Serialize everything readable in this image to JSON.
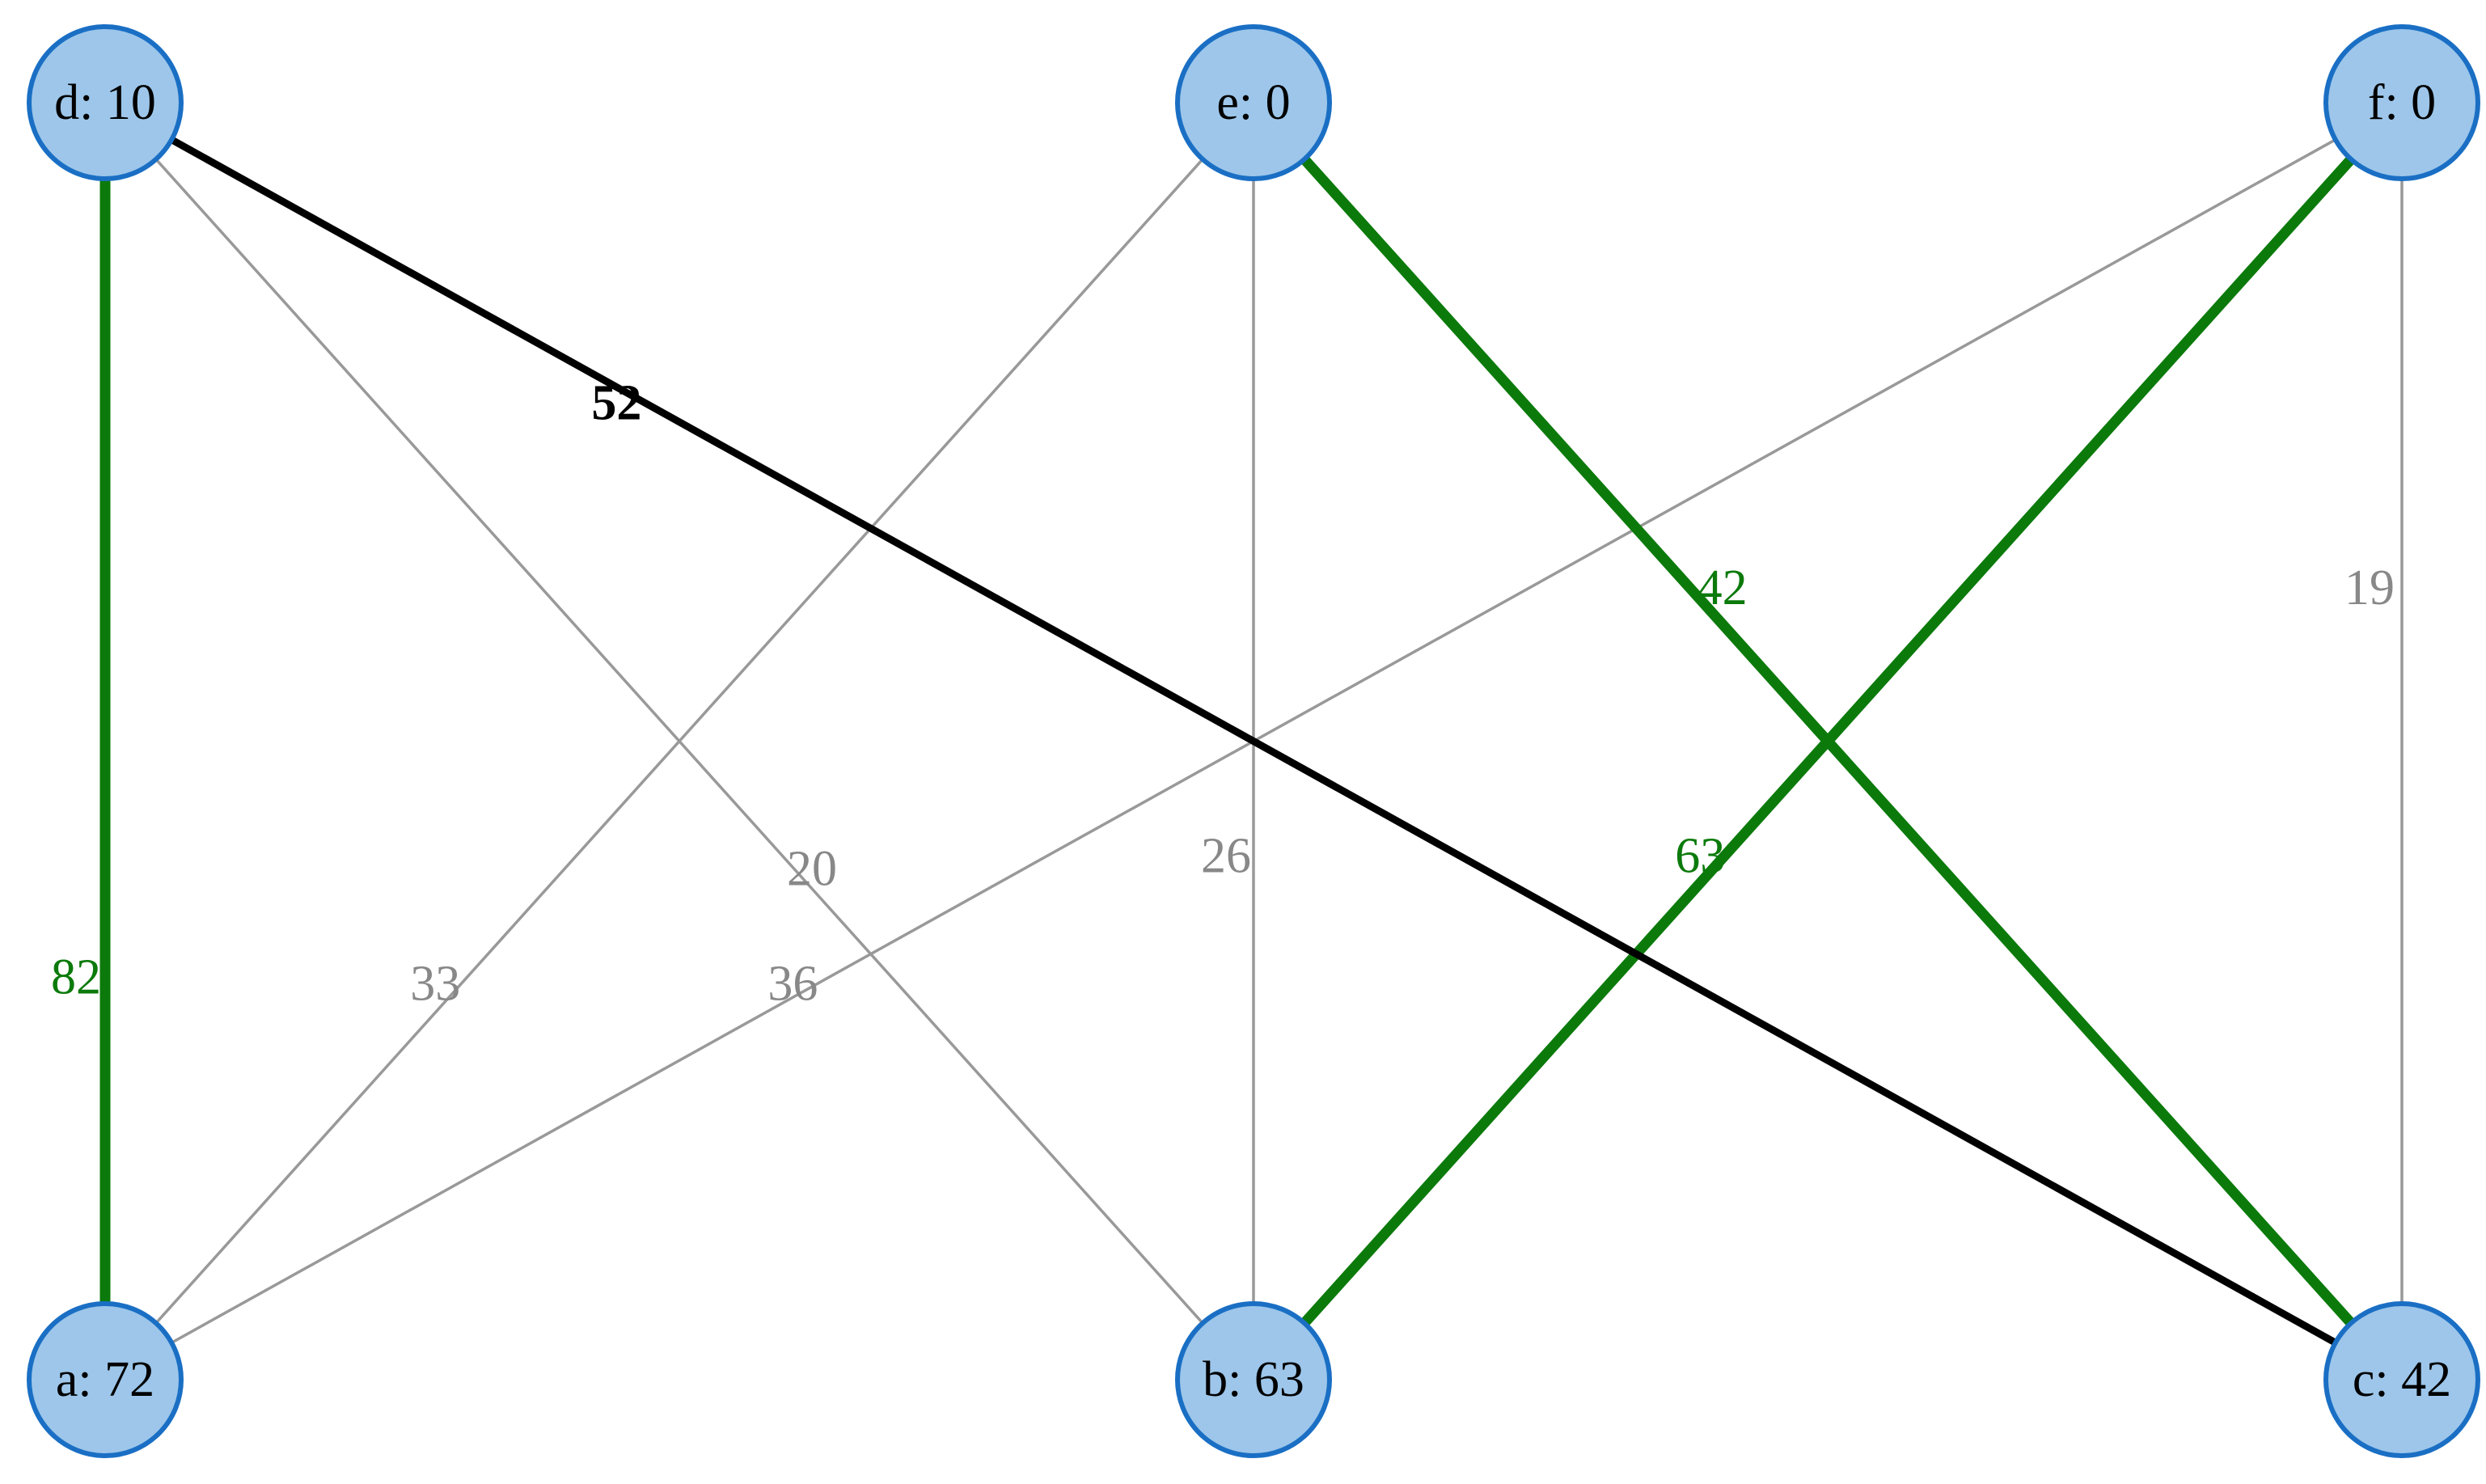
{
  "colors": {
    "node_fill": "#9dc6ea",
    "node_stroke": "#1a6fc4",
    "edge_default": "#999999",
    "edge_matched": "#0b7a0b",
    "edge_highlight": "#000000",
    "background": "#ffffff"
  },
  "nodes": [
    {
      "id": "d",
      "label": "d: 10",
      "row": "top",
      "col": "left"
    },
    {
      "id": "e",
      "label": "e: 0",
      "row": "top",
      "col": "center"
    },
    {
      "id": "f",
      "label": "f: 0",
      "row": "top",
      "col": "right"
    },
    {
      "id": "a",
      "label": "a: 72",
      "row": "bottom",
      "col": "left"
    },
    {
      "id": "b",
      "label": "b: 63",
      "row": "bottom",
      "col": "center"
    },
    {
      "id": "c",
      "label": "c: 42",
      "row": "bottom",
      "col": "right"
    }
  ],
  "edges": [
    {
      "from": "d",
      "to": "a",
      "weight": "82",
      "style": "matched"
    },
    {
      "from": "d",
      "to": "b",
      "weight": "20",
      "style": "default"
    },
    {
      "from": "d",
      "to": "c",
      "weight": "52",
      "style": "highlight"
    },
    {
      "from": "e",
      "to": "a",
      "weight": "33",
      "style": "default"
    },
    {
      "from": "e",
      "to": "b",
      "weight": "26",
      "style": "default"
    },
    {
      "from": "e",
      "to": "c",
      "weight": "42",
      "style": "matched"
    },
    {
      "from": "f",
      "to": "a",
      "weight": "36",
      "style": "default"
    },
    {
      "from": "f",
      "to": "b",
      "weight": "63",
      "style": "matched"
    },
    {
      "from": "f",
      "to": "c",
      "weight": "19",
      "style": "default"
    }
  ]
}
